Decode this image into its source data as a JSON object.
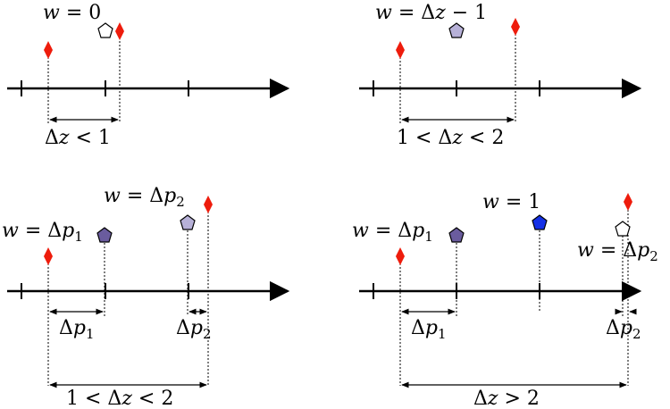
{
  "panels": [
    {
      "id": "top-left",
      "labels": {
        "w": {
          "lhs": "w",
          "eq": " = ",
          "rhs": "0"
        },
        "dz": {
          "parts": [
            "Δ",
            "z",
            " < ",
            "1"
          ]
        }
      }
    },
    {
      "id": "top-right",
      "labels": {
        "w": {
          "lhs": "w",
          "eq": " = ",
          "rhs_a": "Δ",
          "rhs_b": "z",
          "rhs_c": " − 1"
        },
        "dz": {
          "parts": [
            "1 < ",
            "Δ",
            "z",
            " < 2"
          ]
        }
      }
    },
    {
      "id": "bottom-left",
      "labels": {
        "w1": {
          "lhs": "w",
          "eq": " = ",
          "d": "Δ",
          "p": "p",
          "sub": "1"
        },
        "w2": {
          "lhs": "w",
          "eq": " = ",
          "d": "Δ",
          "p": "p",
          "sub": "2"
        },
        "dp1": {
          "d": "Δ",
          "p": "p",
          "sub": "1"
        },
        "dp2": {
          "d": "Δ",
          "p": "p",
          "sub": "2"
        },
        "dz": {
          "parts": [
            "1 < ",
            "Δ",
            "z",
            " < 2"
          ]
        }
      }
    },
    {
      "id": "bottom-right",
      "labels": {
        "w1": {
          "lhs": "w",
          "eq": " = ",
          "d": "Δ",
          "p": "p",
          "sub": "1"
        },
        "wone": {
          "lhs": "w",
          "eq": " = ",
          "rhs": "1"
        },
        "w2": {
          "lhs": "w",
          "eq": " = ",
          "d": "Δ",
          "p": "p",
          "sub": "2"
        },
        "dp1": {
          "d": "Δ",
          "p": "p",
          "sub": "1"
        },
        "dp2": {
          "d": "Δ",
          "p": "p",
          "sub": "2"
        },
        "dz": {
          "parts": [
            "Δ",
            "z",
            " > 2"
          ]
        }
      }
    }
  ],
  "colors": {
    "diamond": "#ee1c0c",
    "pentagon_white": "#ffffff",
    "pentagon_light": "#b7b1d8",
    "pentagon_purple": "#6a5c9e",
    "pentagon_blue": "#1430e6",
    "line": "#000000"
  }
}
